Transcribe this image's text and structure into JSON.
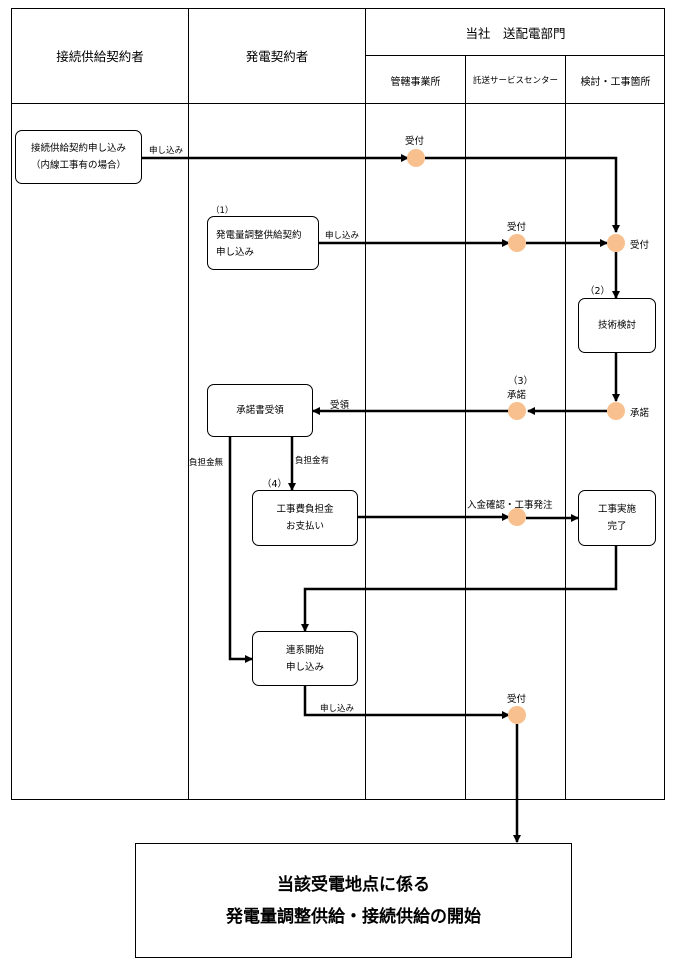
{
  "header": {
    "col_customer": "接続供給契約者",
    "col_generator": "発電契約者",
    "col_company": "当社　送配電部門",
    "sub_office": "管轄事業所",
    "sub_center": "託送サービスセンター",
    "sub_study": "検討・工事箇所"
  },
  "boxes": {
    "connection_request_line1": "接続供給契約申し込み",
    "connection_request_line2": "（内線工事有の場合）",
    "adjustment_request_line1": "発電量調整供給契約",
    "adjustment_request_line2": "申し込み",
    "tech_review": "技術検討",
    "acceptance_receipt": "承諾書受領",
    "payment_line1": "工事費負担金",
    "payment_line2": "お支払い",
    "work_complete_line1": "工事実施",
    "work_complete_line2": "完了",
    "grid_request_line1": "連系開始",
    "grid_request_line2": "申し込み"
  },
  "labels": {
    "apply_1": "申し込み",
    "apply_2": "申し込み",
    "apply_3": "申し込み",
    "receipt_office": "受付",
    "receipt_center_1": "受付",
    "receipt_study": "受付",
    "receipt_center_2": "受付",
    "step1": "（1）",
    "step2": "（2）",
    "step3": "（3）",
    "step4": "（4）",
    "approval_center": "承諾",
    "approval_study": "承諾",
    "received": "受領",
    "no_charge": "負担金無",
    "with_charge": "負担金有",
    "payment_confirm": "入金確認・工事発注"
  },
  "final": {
    "line1": "当該受電地点に係る",
    "line2": "発電量調整供給・接続供給の開始"
  },
  "colors": {
    "node": "#f8c08e",
    "line": "#000000"
  },
  "icons": {
    "node": "circle-node",
    "arrow": "arrowhead"
  }
}
